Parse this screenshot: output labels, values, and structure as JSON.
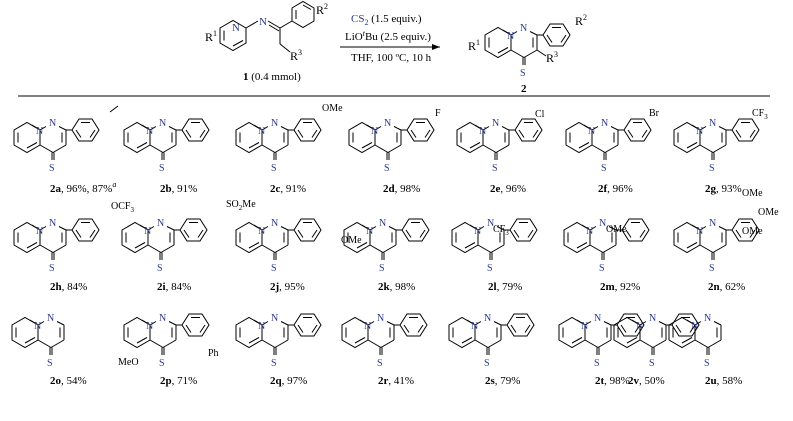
{
  "scheme": {
    "reactant_id": "1",
    "reactant_amount": " (0.4 mmol)",
    "product_id": "2",
    "conditions": {
      "cs2_main": "CS",
      "cs2_sub": "2",
      "cs2_tail": " (1.5 equiv.)",
      "base_a": "LiO",
      "base_i": "t",
      "base_b": "Bu (2.5 equiv.)",
      "line3": "THF, 100 ºC, 10 h"
    },
    "substituents": {
      "r1": "R",
      "r1_sup": "1",
      "r2": "R",
      "r2_sup": "2",
      "r3": "R",
      "r3_sup": "3"
    }
  },
  "atoms": {
    "N": "N",
    "S": "S"
  },
  "substituent_text": {
    "OMe": "OMe",
    "F": "F",
    "Cl": "Cl",
    "Br": "Br",
    "CF3": "CF",
    "OCF3": "OCF",
    "SO2Me": "SO",
    "SO2Me_tail": "Me",
    "three": "3",
    "two": "2",
    "MeO": "MeO",
    "Ph": "Ph"
  },
  "products": [
    {
      "id": "2a",
      "yield": ", 96%, 87%",
      "note": "a"
    },
    {
      "id": "2b",
      "yield": ", 91%"
    },
    {
      "id": "2c",
      "yield": ", 91%"
    },
    {
      "id": "2d",
      "yield": ", 98%"
    },
    {
      "id": "2e",
      "yield": ", 96%"
    },
    {
      "id": "2f",
      "yield": ",  96%"
    },
    {
      "id": "2g",
      "yield": ", 93%"
    },
    {
      "id": "2h",
      "yield": ", 84%"
    },
    {
      "id": "2i",
      "yield": ", 84%"
    },
    {
      "id": "2j",
      "yield": ", 95%"
    },
    {
      "id": "2k",
      "yield": ", 98%"
    },
    {
      "id": "2l",
      "yield": ", 79%"
    },
    {
      "id": "2m",
      "yield": ", 92%"
    },
    {
      "id": "2n",
      "yield": ", 62%"
    },
    {
      "id": "2o",
      "yield": ", 54%"
    },
    {
      "id": "2p",
      "yield": ", 71%"
    },
    {
      "id": "2q",
      "yield": ", 97%"
    },
    {
      "id": "2r",
      "yield": ", 41%"
    },
    {
      "id": "2s",
      "yield": ", 79%"
    },
    {
      "id": "2t",
      "yield": ", 98%"
    },
    {
      "id": "2u",
      "yield": ", 58%"
    },
    {
      "id": "2v",
      "yield": ", 50%"
    }
  ]
}
